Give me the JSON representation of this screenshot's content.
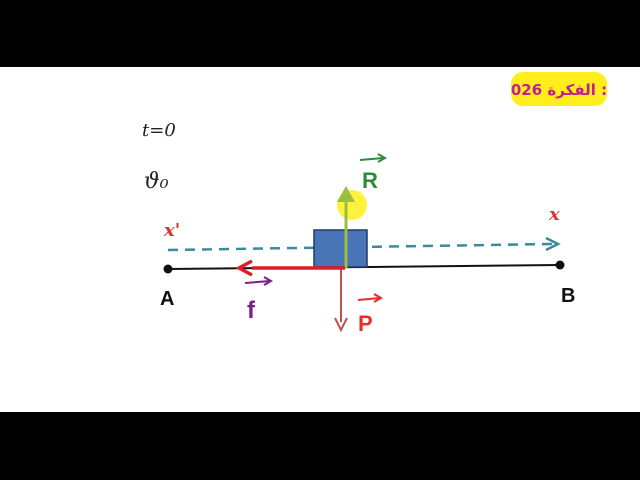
{
  "title_badge": {
    "text": "الفكرة 026 :"
  },
  "annotations": {
    "time": "t=0",
    "initial_velocity": "ϑ₀",
    "axis_origin_mark": "x'",
    "axis_end_mark": "x"
  },
  "points": {
    "start": "A",
    "end": "B"
  },
  "forces": {
    "reaction": {
      "label": "R"
    },
    "weight": {
      "label": "P"
    },
    "friction": {
      "label": "f"
    }
  },
  "colors": {
    "badge": "#ffee1a",
    "reaction": "#9bbf3c",
    "reaction_label": "#2f8a3a",
    "weight": "#c0504d",
    "weight_label": "#e0312e",
    "friction": "#e21c24",
    "friction_label": "#7a1f8a",
    "axis_dashed": "#3c8a9e",
    "block": "#4a74b8",
    "marks": "#e0312e"
  }
}
